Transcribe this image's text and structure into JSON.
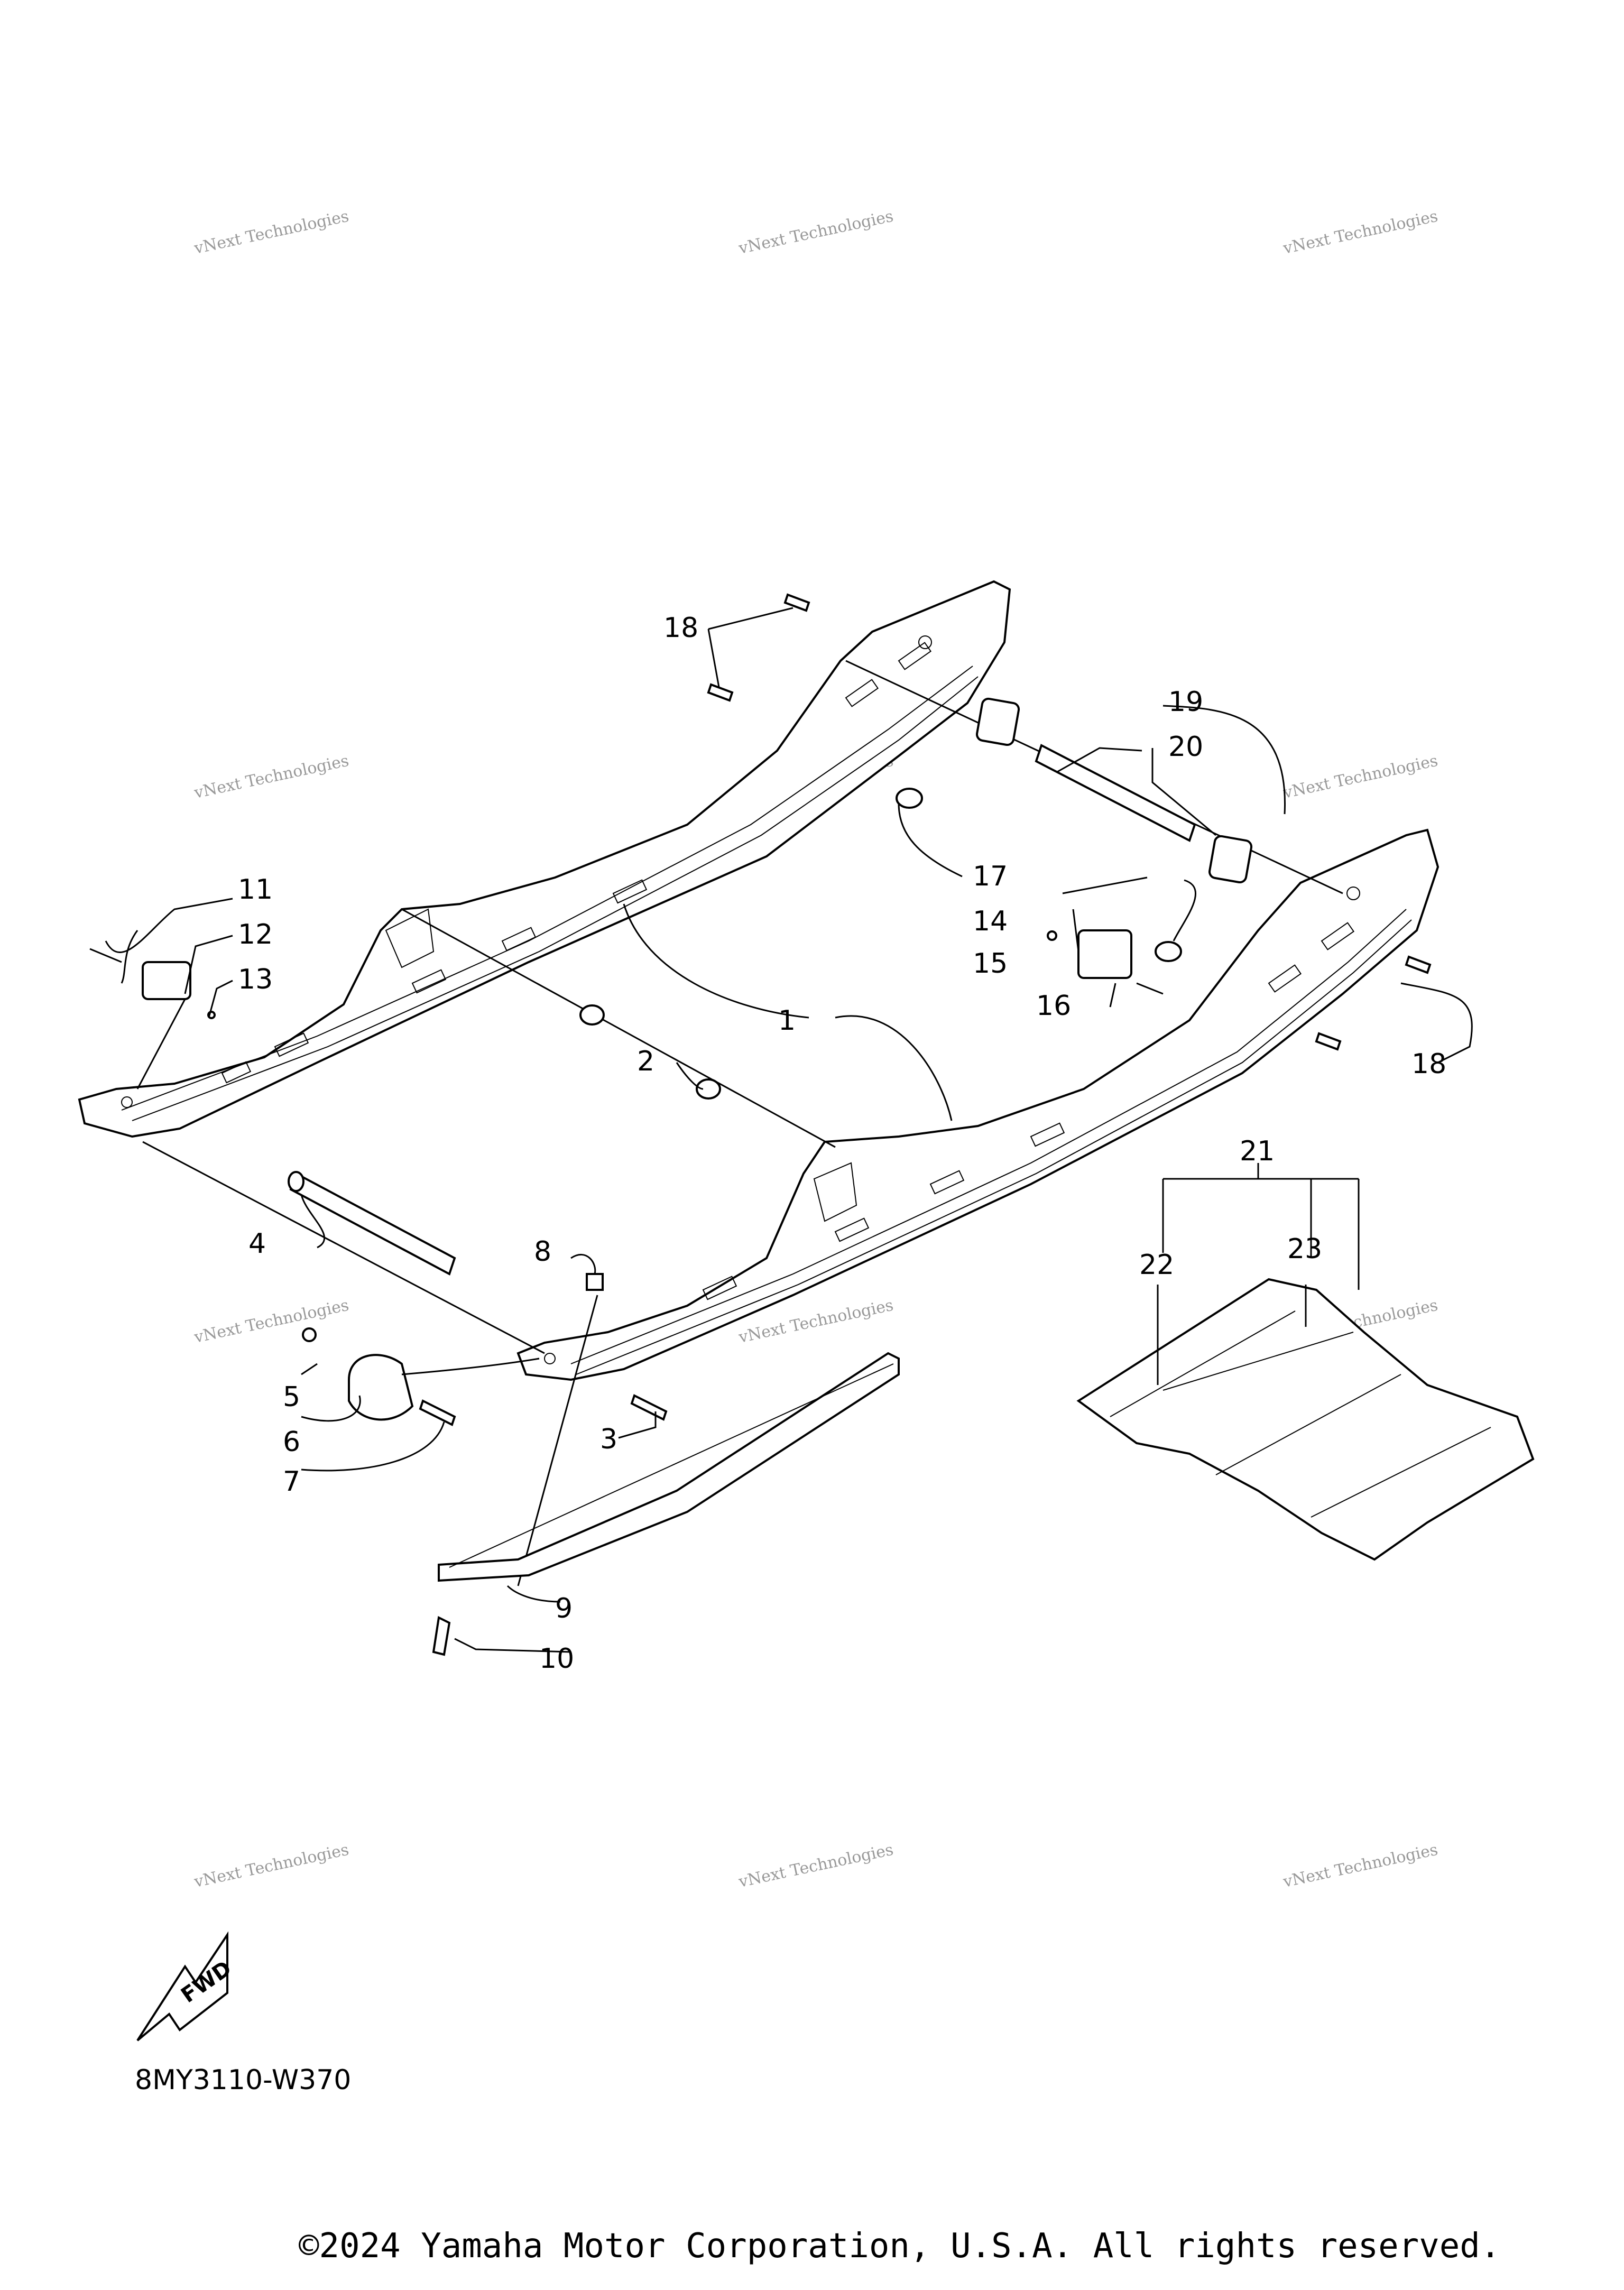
{
  "diagram": {
    "callouts": [
      {
        "id": "c1",
        "label": "1"
      },
      {
        "id": "c2",
        "label": "2"
      },
      {
        "id": "c3",
        "label": "3"
      },
      {
        "id": "c4",
        "label": "4"
      },
      {
        "id": "c5",
        "label": "5"
      },
      {
        "id": "c6",
        "label": "6"
      },
      {
        "id": "c7",
        "label": "7"
      },
      {
        "id": "c8",
        "label": "8"
      },
      {
        "id": "c9",
        "label": "9"
      },
      {
        "id": "c10",
        "label": "10"
      },
      {
        "id": "c11",
        "label": "11"
      },
      {
        "id": "c12",
        "label": "12"
      },
      {
        "id": "c13",
        "label": "13"
      },
      {
        "id": "c14",
        "label": "14"
      },
      {
        "id": "c15",
        "label": "15"
      },
      {
        "id": "c16",
        "label": "16"
      },
      {
        "id": "c17",
        "label": "17"
      },
      {
        "id": "c18a",
        "label": "18"
      },
      {
        "id": "c18b",
        "label": "18"
      },
      {
        "id": "c19",
        "label": "19"
      },
      {
        "id": "c20",
        "label": "20"
      },
      {
        "id": "c21",
        "label": "21"
      },
      {
        "id": "c22",
        "label": "22"
      },
      {
        "id": "c23",
        "label": "23"
      }
    ],
    "fwd_label": "FWD",
    "part_code": "8MY3110-W370"
  },
  "watermark": {
    "line1": "vNext Technologies",
    "line2": "vNext",
    "line3": "Technologies"
  },
  "footer": {
    "copyright": "©2024 Yamaha Motor Corporation, U.S.A. All rights reserved."
  }
}
